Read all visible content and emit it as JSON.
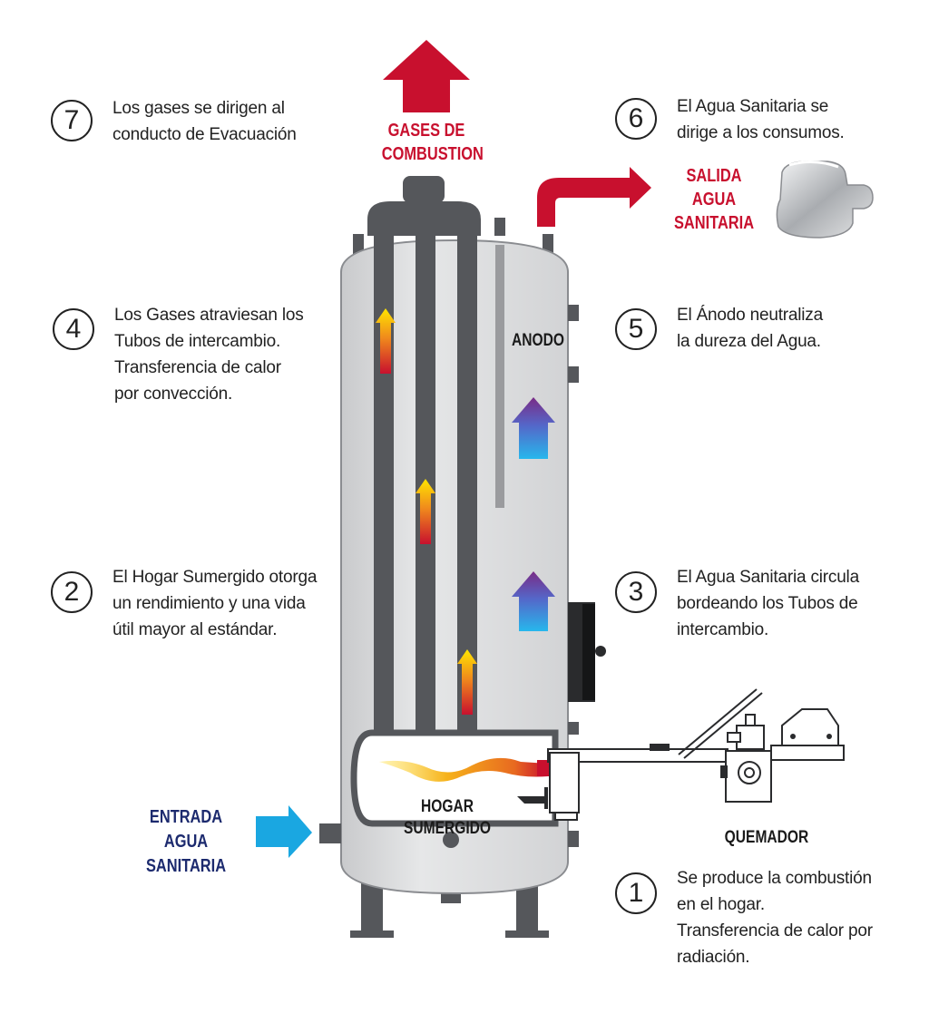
{
  "labels": {
    "gases": "GASES DE\nCOMBUSTION",
    "salida": "SALIDA AGUA\nSANITARIA",
    "anodo": "ANODO",
    "hogar": "HOGAR SUMERGIDO",
    "entrada": "ENTRADA AGUA\nSANITARIA",
    "quemador": "QUEMADOR"
  },
  "steps": [
    {
      "num": "7",
      "text": "Los gases se dirigen al\nconducto de Evacuación"
    },
    {
      "num": "6",
      "text": "El Agua Sanitaria se\ndirige a los consumos."
    },
    {
      "num": "4",
      "text": "Los Gases atraviesan los\nTubos de intercambio.\nTransferencia de calor\npor convección."
    },
    {
      "num": "5",
      "text": "El Ánodo neutraliza\nla dureza del Agua."
    },
    {
      "num": "2",
      "text": "El Hogar Sumergido otorga\nun rendimiento y una vida\nútil mayor al estándar."
    },
    {
      "num": "3",
      "text": "El Agua Sanitaria circula\nbordeando los Tubos de\nintercambio."
    },
    {
      "num": "1",
      "text": "Se produce la combustión\nen el hogar.\nTransferencia de calor por\nradiación."
    }
  ],
  "colors": {
    "red": "#c8102e",
    "navy": "#1c2a6e",
    "blue": "#1aa7e1",
    "tank": "#d9dadc",
    "dark": "#4a4c50"
  }
}
